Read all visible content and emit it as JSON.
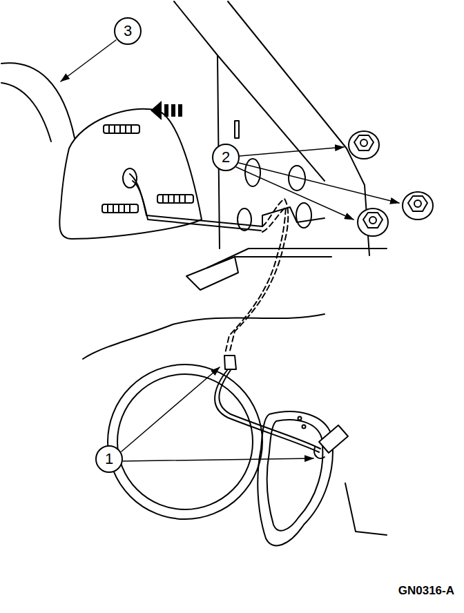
{
  "diagram": {
    "nodes": [
      {
        "text": [
          "3"
        ]
      },
      {
        "text": [
          "2"
        ]
      },
      {
        "text": [
          "1"
        ]
      }
    ],
    "labels": [
      "GN0316-A"
    ]
  }
}
